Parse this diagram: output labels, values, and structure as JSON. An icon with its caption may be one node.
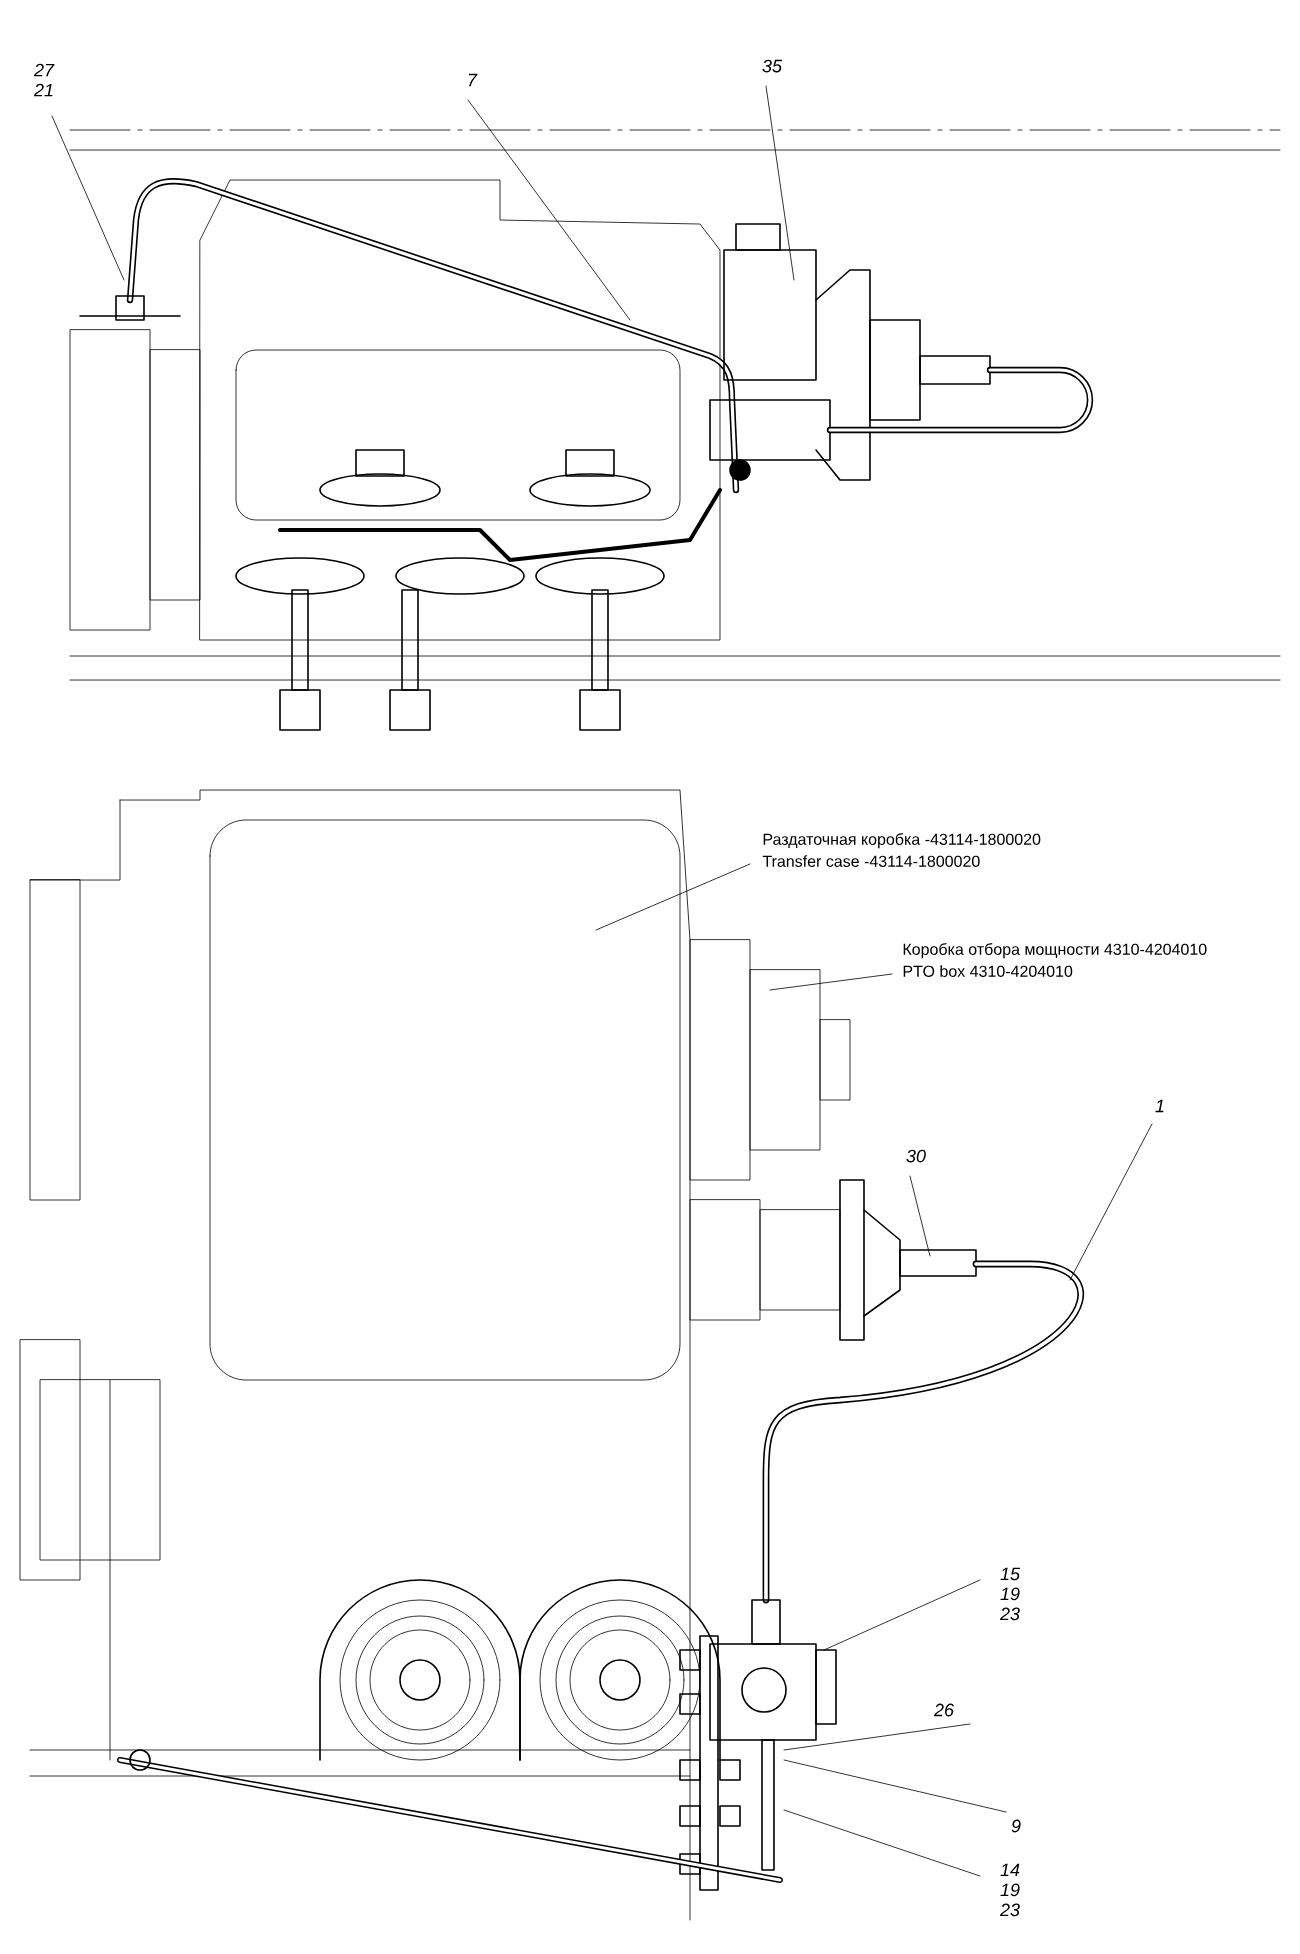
{
  "diagram": {
    "nodes": [
      {
        "text": [
          "27",
          "21"
        ]
      },
      {
        "text": [
          "7"
        ]
      },
      {
        "text": [
          "35"
        ]
      },
      {
        "text": [
          "Раздаточная коробка -43114-1800020",
          "Transfer case -43114-1800020"
        ]
      },
      {
        "text": [
          "Коробка отбора мощности 4310-4204010",
          "PTO box 4310-4204010"
        ]
      },
      {
        "text": [
          "30"
        ]
      },
      {
        "text": [
          "1"
        ]
      },
      {
        "text": [
          "15",
          "19",
          "23"
        ]
      },
      {
        "text": [
          "26"
        ]
      },
      {
        "text": [
          "9"
        ]
      },
      {
        "text": [
          "14",
          "19",
          "23"
        ]
      }
    ],
    "edges": [
      {
        "from": 0,
        "to": null,
        "arrow": "none"
      },
      {
        "from": 1,
        "to": null,
        "arrow": "none"
      },
      {
        "from": 2,
        "to": null,
        "arrow": "none"
      },
      {
        "from": 3,
        "to": null,
        "arrow": "none"
      },
      {
        "from": 4,
        "to": null,
        "arrow": "none"
      },
      {
        "from": 5,
        "to": null,
        "arrow": "none"
      },
      {
        "from": 6,
        "to": null,
        "arrow": "none"
      },
      {
        "from": 7,
        "to": null,
        "arrow": "none"
      },
      {
        "from": 8,
        "to": null,
        "arrow": "none"
      },
      {
        "from": 9,
        "to": null,
        "arrow": "none"
      },
      {
        "from": 10,
        "to": null,
        "arrow": "none"
      }
    ]
  }
}
